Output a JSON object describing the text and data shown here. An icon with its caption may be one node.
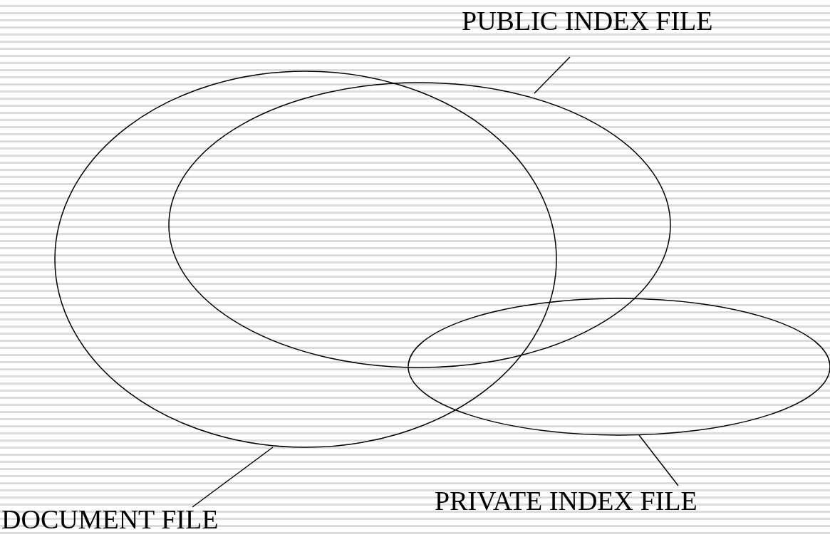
{
  "diagram": {
    "nodes": [
      {
        "text": [
          "PUBLIC INDEX FILE"
        ]
      },
      {
        "text": [],
        "shape": "ellipse"
      },
      {
        "text": [],
        "shape": "ellipse"
      },
      {
        "text": [],
        "shape": "ellipse"
      },
      {
        "text": [
          "DOCUMENT FILE"
        ]
      },
      {
        "text": [
          "PRIVATE INDEX FILE"
        ]
      }
    ],
    "edges": [
      {
        "from": 0,
        "to": 2,
        "arrow": "none"
      },
      {
        "from": 4,
        "to": 1,
        "arrow": "none"
      },
      {
        "from": 5,
        "to": 3,
        "arrow": "none"
      }
    ]
  }
}
